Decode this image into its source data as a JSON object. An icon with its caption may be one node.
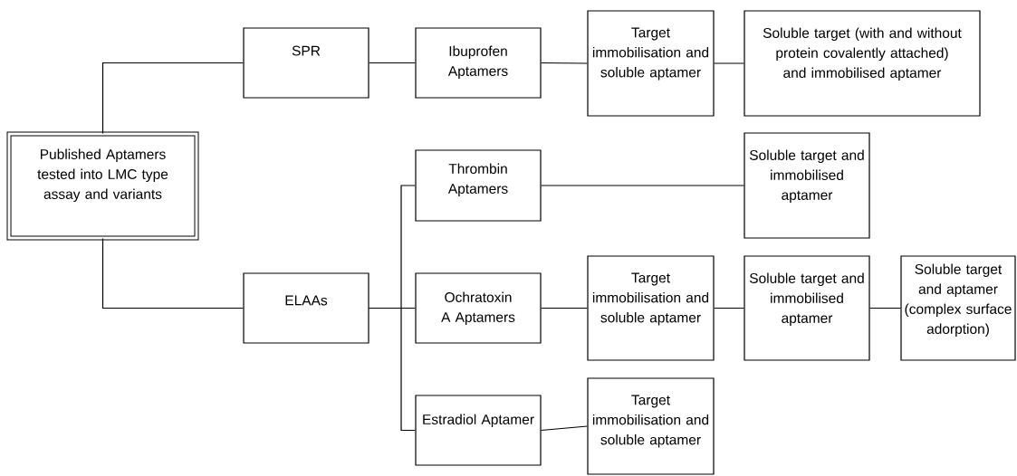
{
  "diagram": {
    "nodes": [
      {
        "text": [
          "Published Aptamers tested into LMC type assay and variants"
        ]
      },
      {
        "text": [
          "SPR"
        ]
      },
      {
        "text": [
          "Ibuprofen Aptamers"
        ]
      },
      {
        "text": [
          "Target immobilisation and soluble aptamer"
        ]
      },
      {
        "text": [
          "Soluble target (with and without protein covalently attached) and immobilised aptamer"
        ]
      },
      {
        "text": [
          "Thrombin Aptamers"
        ]
      },
      {
        "text": [
          "Soluble target and immobilised aptamer"
        ]
      },
      {
        "text": [
          "ELAAs"
        ]
      },
      {
        "text": [
          "Ochratoxin A Aptamers"
        ]
      },
      {
        "text": [
          "Target immobilisation and soluble aptamer"
        ]
      },
      {
        "text": [
          "Soluble target and immobilised aptamer"
        ]
      },
      {
        "text": [
          "Soluble target and aptamer (complex surface adorption)"
        ]
      },
      {
        "text": [
          "Estradiol Aptamer"
        ]
      },
      {
        "text": [
          "Target immobilisation and soluble aptamer"
        ]
      }
    ],
    "edges": [
      {
        "from": 0,
        "to": 1,
        "arrow": "none"
      },
      {
        "from": 1,
        "to": 2,
        "arrow": "none"
      },
      {
        "from": 2,
        "to": 3,
        "arrow": "none"
      },
      {
        "from": 3,
        "to": 4,
        "arrow": "none"
      },
      {
        "from": 0,
        "to": 7,
        "arrow": "none"
      },
      {
        "from": 7,
        "to": 5,
        "arrow": "none"
      },
      {
        "from": 7,
        "to": 8,
        "arrow": "none"
      },
      {
        "from": 7,
        "to": 12,
        "arrow": "none"
      },
      {
        "from": 5,
        "to": 6,
        "arrow": "none"
      },
      {
        "from": 8,
        "to": 9,
        "arrow": "none"
      },
      {
        "from": 9,
        "to": 10,
        "arrow": "none"
      },
      {
        "from": 10,
        "to": 11,
        "arrow": "none"
      },
      {
        "from": 12,
        "to": 13,
        "arrow": "none"
      }
    ]
  }
}
